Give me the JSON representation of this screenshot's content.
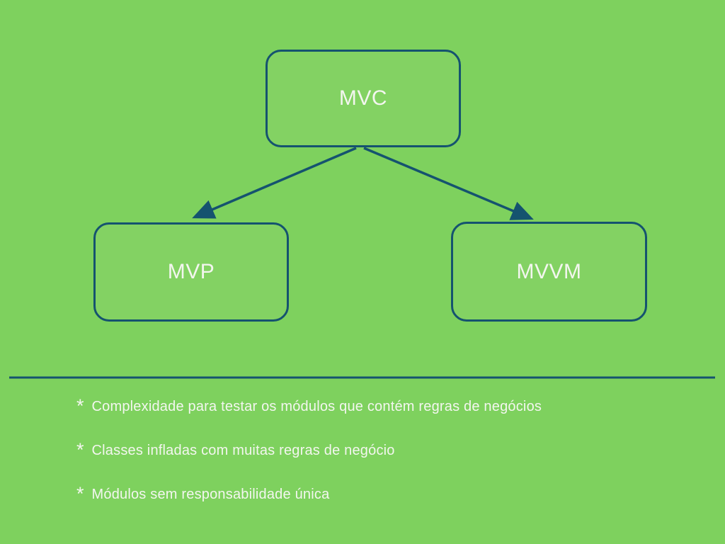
{
  "slide": {
    "kind": "presentation-slide",
    "background_color": "#7ed15e",
    "accent_color": "#15536f",
    "box_fill_color": "#83d263",
    "text_color": "#f3f6ef"
  },
  "diagram": {
    "root": {
      "label": "MVC"
    },
    "children": [
      {
        "label": "MVP"
      },
      {
        "label": "MVVM"
      }
    ],
    "edges": [
      {
        "from": "MVC",
        "to": "MVP"
      },
      {
        "from": "MVC",
        "to": "MVVM"
      }
    ]
  },
  "bullets": [
    {
      "marker": "*",
      "text": "Complexidade para testar os módulos que contém regras de negócios"
    },
    {
      "marker": "*",
      "text": "Classes infladas com muitas regras de negócio"
    },
    {
      "marker": "*",
      "text": "Módulos sem responsabilidade única"
    }
  ]
}
